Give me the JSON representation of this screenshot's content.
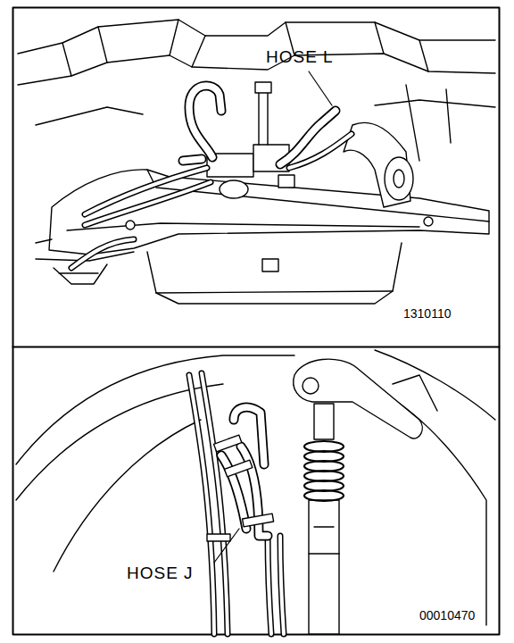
{
  "diagram": {
    "labels": [
      "HOSE L",
      "1310110",
      "HOSE J",
      "00010470"
    ]
  }
}
